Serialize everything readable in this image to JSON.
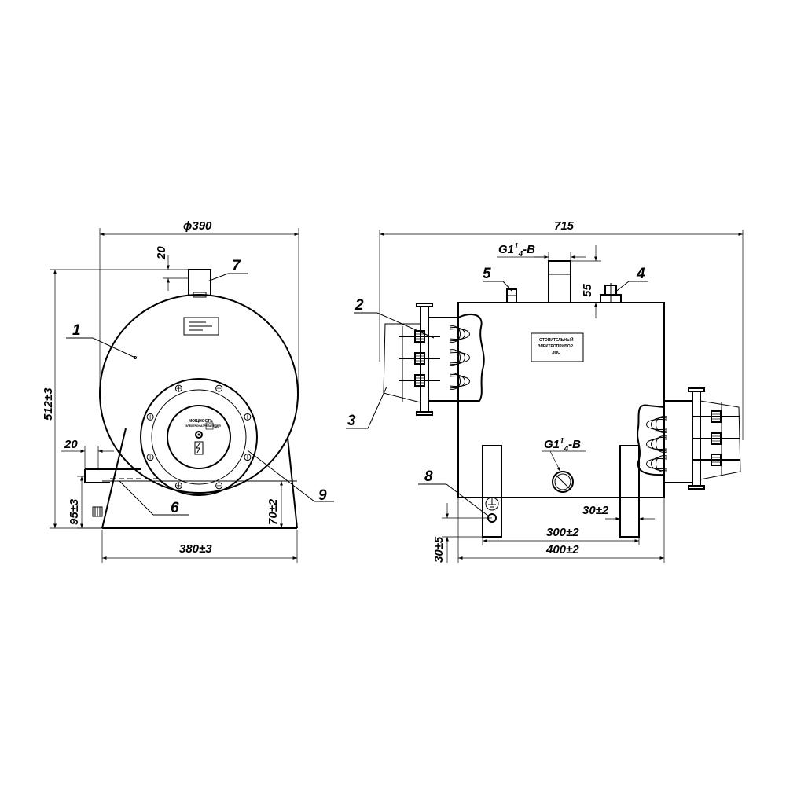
{
  "dimensions": {
    "diameter": "ϕ390",
    "base_width": "380±3",
    "height": "512±3",
    "pipe_offset": "20",
    "pipe_height": "20",
    "drain_height": "95±3",
    "foot_height": "70±2",
    "length": "715",
    "nozzle_height": "55",
    "foot_spacing": "300±2",
    "foot_width": "30±2",
    "overall_base": "400±2",
    "ground_height": "30±5"
  },
  "threads": {
    "top": {
      "prefix": "G1",
      "num": "1",
      "den": "4",
      "suffix": "-В"
    },
    "side": {
      "prefix": "G1",
      "num": "1",
      "den": "4",
      "suffix": "-В"
    }
  },
  "callouts": [
    "1",
    "2",
    "3",
    "4",
    "5",
    "6",
    "7",
    "8",
    "9"
  ],
  "plates": {
    "flange_line1": "МОЩНОСТЬ",
    "flange_line2": "ЭЛЕКТРОНАГРЕВАТЕЛЕЙ",
    "flange_unit": "кВт",
    "body_line1": "ОТОПИТЕЛЬНЫЙ",
    "body_line2": "ЭЛЕКТРОПРИБОР",
    "body_line3": "ЭПО"
  },
  "icons": [
    "ground-symbol-icon",
    "lightning-icon"
  ]
}
